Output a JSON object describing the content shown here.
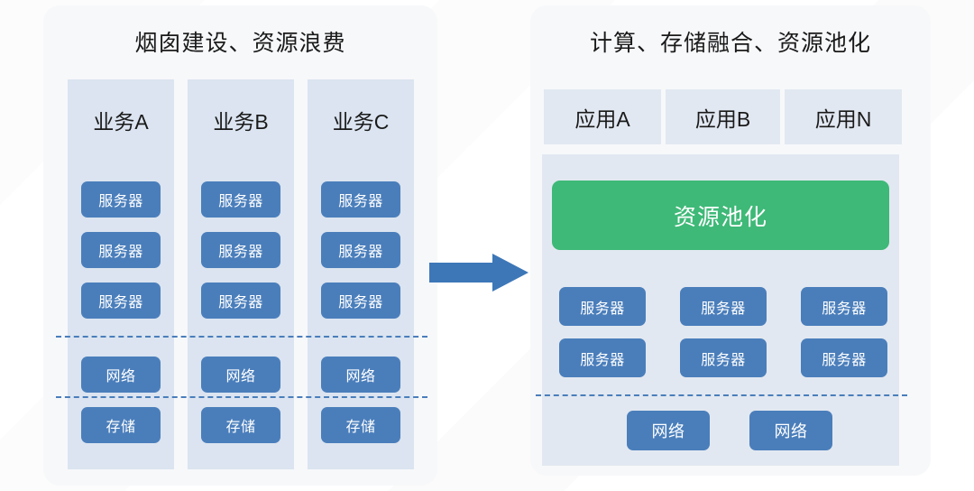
{
  "colors": {
    "panel_bg": "#f7f8fa",
    "column_bg": "#dbe4f0",
    "box_blue": "#4a7ebb",
    "pool_green": "#3eb977",
    "dash_blue": "#4a7ebb",
    "app_bg": "#e2e8f1",
    "text_dark": "#1a1a1a",
    "text_light": "#ffffff"
  },
  "left_panel": {
    "title": "烟囱建设、资源浪费",
    "columns": [
      {
        "title": "业务A",
        "servers": [
          "服务器",
          "服务器",
          "服务器"
        ],
        "network": "网络",
        "storage": "存储"
      },
      {
        "title": "业务B",
        "servers": [
          "服务器",
          "服务器",
          "服务器"
        ],
        "network": "网络",
        "storage": "存储"
      },
      {
        "title": "业务C",
        "servers": [
          "服务器",
          "服务器",
          "服务器"
        ],
        "network": "网络",
        "storage": "存储"
      }
    ]
  },
  "arrow": {
    "icon": "arrow-right-icon",
    "direction": "right",
    "color": "#3d77b8"
  },
  "right_panel": {
    "title": "计算、存储融合、资源池化",
    "apps": [
      "应用A",
      "应用B",
      "应用N"
    ],
    "pool_label": "资源池化",
    "servers": [
      "服务器",
      "服务器",
      "服务器",
      "服务器",
      "服务器",
      "服务器"
    ],
    "networks": [
      "网络",
      "网络"
    ]
  }
}
